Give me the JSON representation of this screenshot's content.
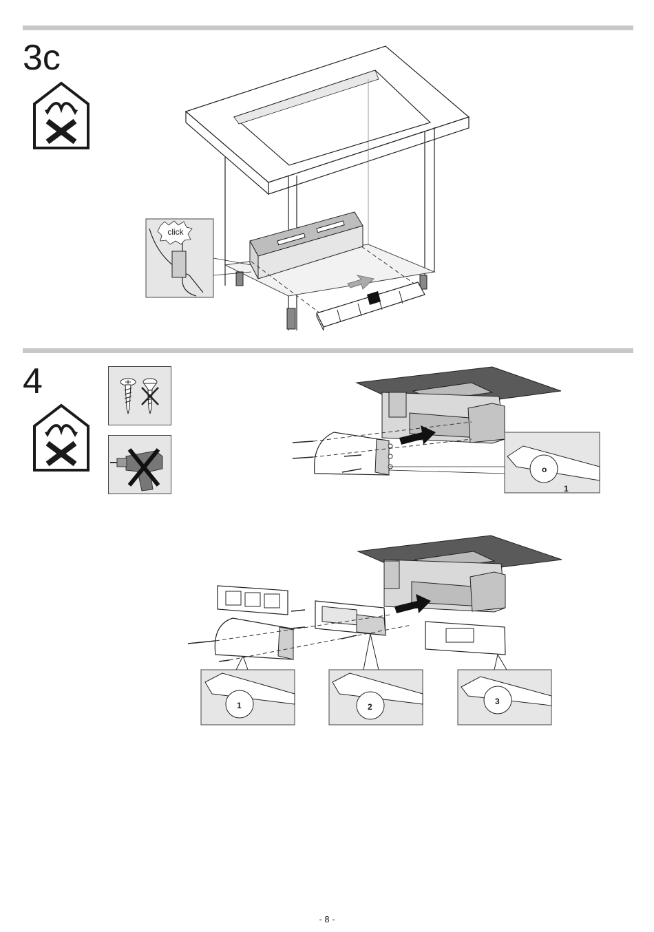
{
  "sections": {
    "step3c": {
      "number": "3c",
      "click_label": "click"
    },
    "step4": {
      "number": "4"
    }
  },
  "detail_numbers": {
    "first": "1",
    "second": "2",
    "third": "3"
  },
  "icons": {
    "house": "no-ventilation-house-icon",
    "screw": "screw-icon",
    "no_screw": "no-countersunk-screw-icon",
    "no_drill": "no-power-drill-icon",
    "arrow": "push-arrow-icon"
  },
  "colors": {
    "rule": "#c8c8c8",
    "panel": "#e6e6e6",
    "dark": "#1a1a1a",
    "countertop": "#555555"
  },
  "footer": {
    "page_number": "- 8 -"
  }
}
